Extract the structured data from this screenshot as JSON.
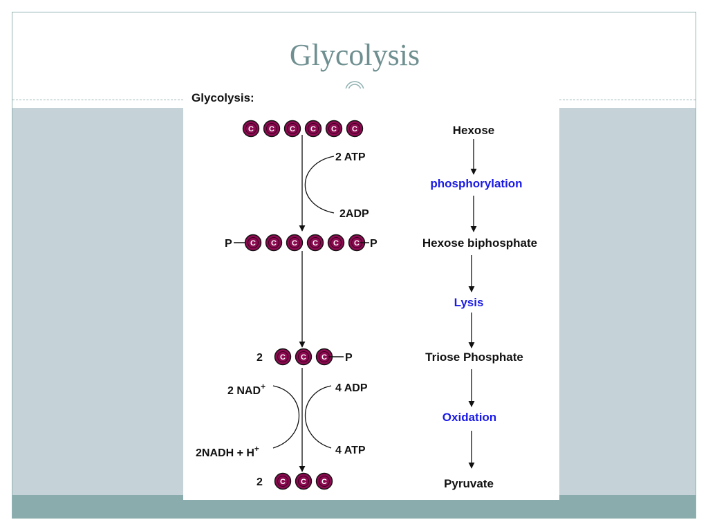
{
  "slide": {
    "title": "Glycolysis"
  },
  "diagram": {
    "heading": "Glycolysis:",
    "carbon_symbol": "C",
    "phosphate_symbol": "P",
    "multiplier": "2",
    "left": {
      "atp_in": "2 ATP",
      "adp_out": "2ADP",
      "nad_in": "2 NAD",
      "nadh_out": "2NADH + H",
      "superscript_plus": "+",
      "adp_in": "4 ADP",
      "atp_out": "4 ATP"
    },
    "right": {
      "hexose": "Hexose",
      "phosphorylation": "phosphorylation",
      "hexose_biphosphate": "Hexose biphosphate",
      "lysis": "Lysis",
      "triose_phosphate": "Triose Phosphate",
      "oxidation": "Oxidation",
      "pyruvate": "Pyruvate"
    },
    "colors": {
      "carbon_fill": "#8b0a50",
      "process_text": "#1a1ae6",
      "slide_accent": "#6f8f90"
    }
  }
}
